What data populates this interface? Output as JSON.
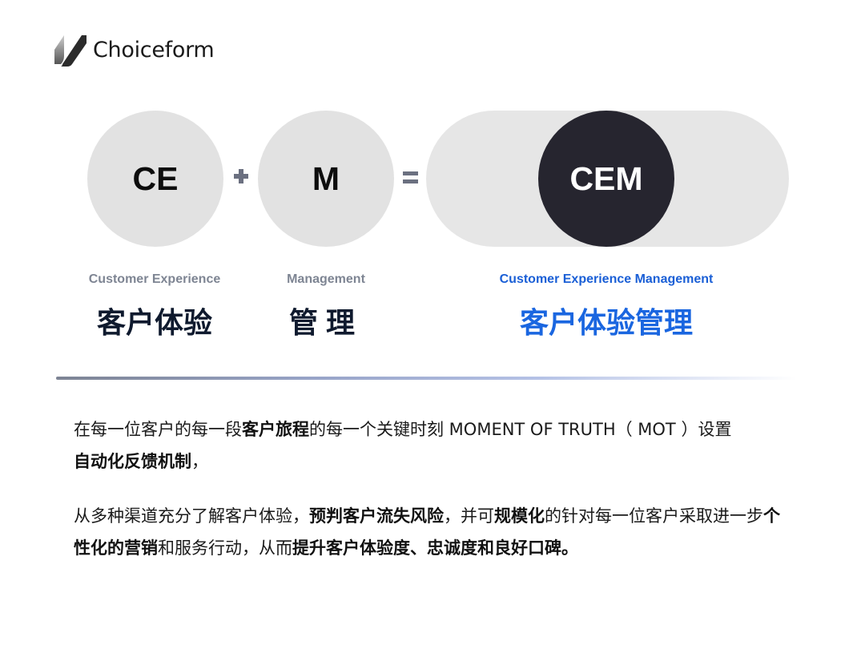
{
  "brand": {
    "name": "Choiceform",
    "logo_icon": "choiceform-check-mark-icon"
  },
  "equation": {
    "term1": {
      "abbr": "CE",
      "en": "Customer Experience",
      "cn": "客户体验",
      "circle_color": "#e2e2e2"
    },
    "operator1": "+",
    "term2": {
      "abbr": "M",
      "en": "Management",
      "cn": "管理",
      "circle_color": "#e2e2e2"
    },
    "operator2": "=",
    "result": {
      "abbr": "CEM",
      "en": "Customer Experience Management",
      "cn": "客户体验管理",
      "circle_color": "#26252f",
      "accent_color": "#1a66e0"
    }
  },
  "body": {
    "paragraph1": [
      {
        "text": "在每一位客户的每一段",
        "bold": false
      },
      {
        "text": "客户旅程",
        "bold": true
      },
      {
        "text": "的每一个关键时刻 MOMENT OF TRUTH（  MOT  ）设置",
        "bold": false
      },
      {
        "text": "自动化反馈机制",
        "bold": true
      },
      {
        "text": "，",
        "bold": false
      }
    ],
    "paragraph2": [
      {
        "text": "从多种渠道充分了解客户体验，",
        "bold": false
      },
      {
        "text": "预判客户流失风险",
        "bold": true
      },
      {
        "text": "，并可",
        "bold": false
      },
      {
        "text": "规模化",
        "bold": true
      },
      {
        "text": "的针对每一位客户采取进一步",
        "bold": false
      },
      {
        "text": "个性化的营销",
        "bold": true
      },
      {
        "text": "和服务行动，从而",
        "bold": false
      },
      {
        "text": "提升客户体验度、忠诚度和良好口碑。",
        "bold": true
      }
    ]
  }
}
